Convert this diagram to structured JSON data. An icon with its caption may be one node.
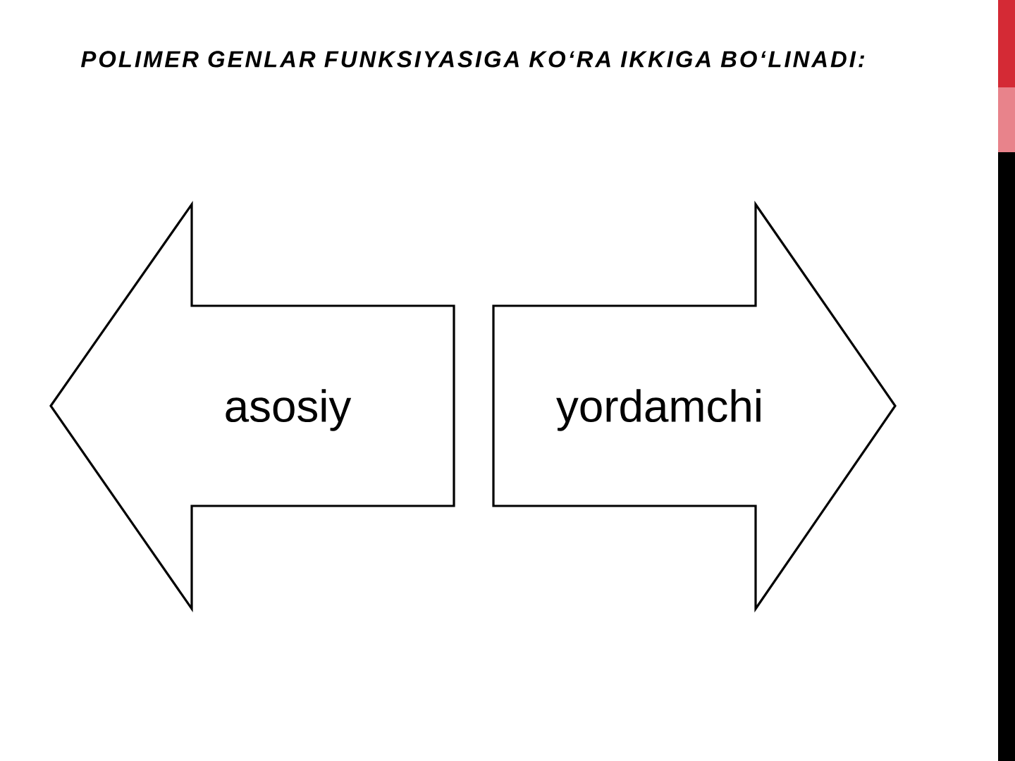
{
  "diagram": {
    "title": "POLIMER GENLAR FUNKSIYASIGA KO‘RA IKKIGA BO‘LINADI:",
    "nodes": [
      {
        "text": [
          "asosiy"
        ]
      },
      {
        "text": [
          "yordamchi"
        ]
      }
    ]
  }
}
